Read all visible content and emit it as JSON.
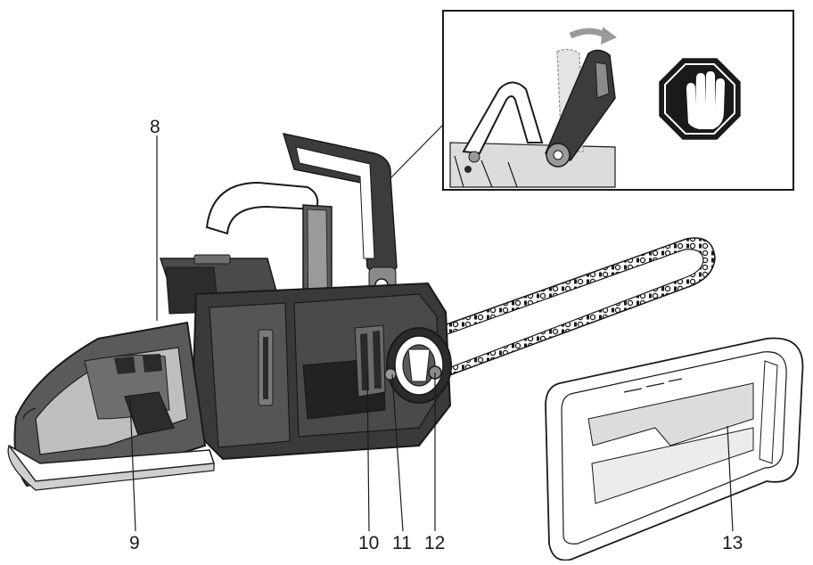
{
  "callouts": [
    {
      "id": "8",
      "label": "8"
    },
    {
      "id": "9",
      "label": "9"
    },
    {
      "id": "10",
      "label": "10"
    },
    {
      "id": "11",
      "label": "11"
    },
    {
      "id": "12",
      "label": "12"
    },
    {
      "id": "13",
      "label": "13"
    }
  ],
  "icons": {
    "main": "chainsaw-illustration",
    "inset": "chain-brake-detail-illustration",
    "stop": "stop-hand-icon",
    "guide_cover": "guide-bar-cover-illustration"
  },
  "colors": {
    "line": "#1a1a1a",
    "fill_dark": "#3c3c3c",
    "fill_mid": "#6e6e6e",
    "fill_light": "#bfbfbf",
    "background": "#ffffff"
  }
}
